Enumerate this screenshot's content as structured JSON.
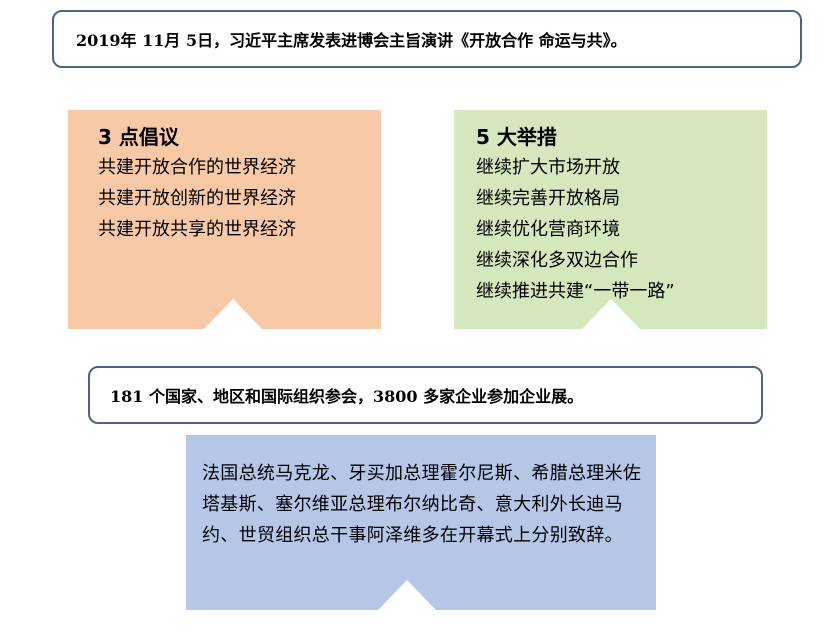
{
  "header": {
    "text": "2019年 11月 5日，习近平主席发表进博会主旨演讲《开放合作  命运与共》。"
  },
  "initiatives": {
    "title": "3 点倡议",
    "items": [
      "共建开放合作的世界经济",
      "共建开放创新的世界经济",
      "共建开放共享的世界经济"
    ]
  },
  "measures": {
    "title": "5 大举措",
    "items": [
      "继续扩大市场开放",
      "继续完善开放格局",
      "继续优化营商环境",
      "继续深化多双边合作",
      "继续推进共建“一带一路”"
    ]
  },
  "participation": {
    "text": "181 个国家、地区和国际组织参会，3800 多家企业参加企业展。"
  },
  "speakers": {
    "text": "法国总统马克龙、牙买加总理霍尔尼斯、希腊总理米佐塔基斯、塞尔维亚总理布尔纳比奇、意大利外长迪马约、世贸组织总干事阿泽维多在开幕式上分别致辞。"
  },
  "colors": {
    "border": "#4a6388",
    "initiatives_fill": "#f8c9a7",
    "measures_fill": "#d5e7bd",
    "speakers_fill": "#b5c6e7"
  }
}
